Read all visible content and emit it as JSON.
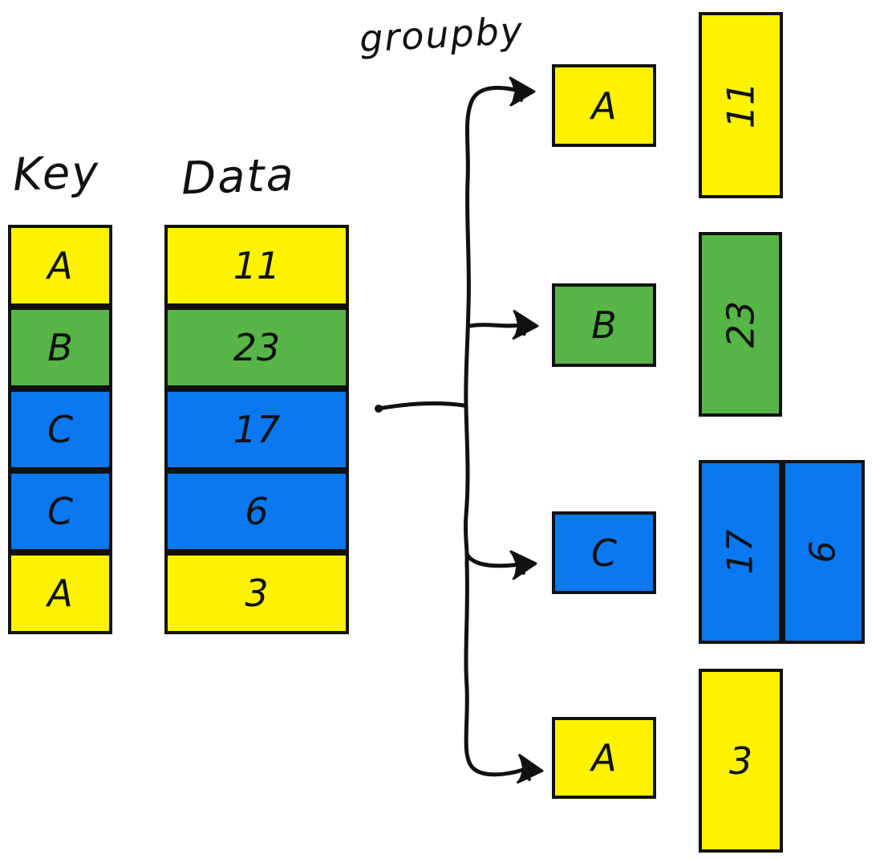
{
  "labels": {
    "key_column": "Key",
    "data_column": "Data",
    "operation": "groupby"
  },
  "colors": {
    "yellow": "#fdf300",
    "green": "#57b447",
    "blue": "#0a78f0",
    "ink": "#111111"
  },
  "source_table": {
    "rows": [
      {
        "key": "A",
        "value": "11",
        "color": "yellow"
      },
      {
        "key": "B",
        "value": "23",
        "color": "green"
      },
      {
        "key": "C",
        "value": "17",
        "color": "blue"
      },
      {
        "key": "C",
        "value": "6",
        "color": "blue"
      },
      {
        "key": "A",
        "value": "3",
        "color": "yellow"
      }
    ]
  },
  "groups": [
    {
      "key": "A",
      "values": [
        "11"
      ],
      "color": "yellow"
    },
    {
      "key": "B",
      "values": [
        "23"
      ],
      "color": "green"
    },
    {
      "key": "C",
      "values": [
        "17",
        "6"
      ],
      "color": "blue"
    },
    {
      "key": "A",
      "values": [
        "3"
      ],
      "color": "yellow"
    }
  ]
}
